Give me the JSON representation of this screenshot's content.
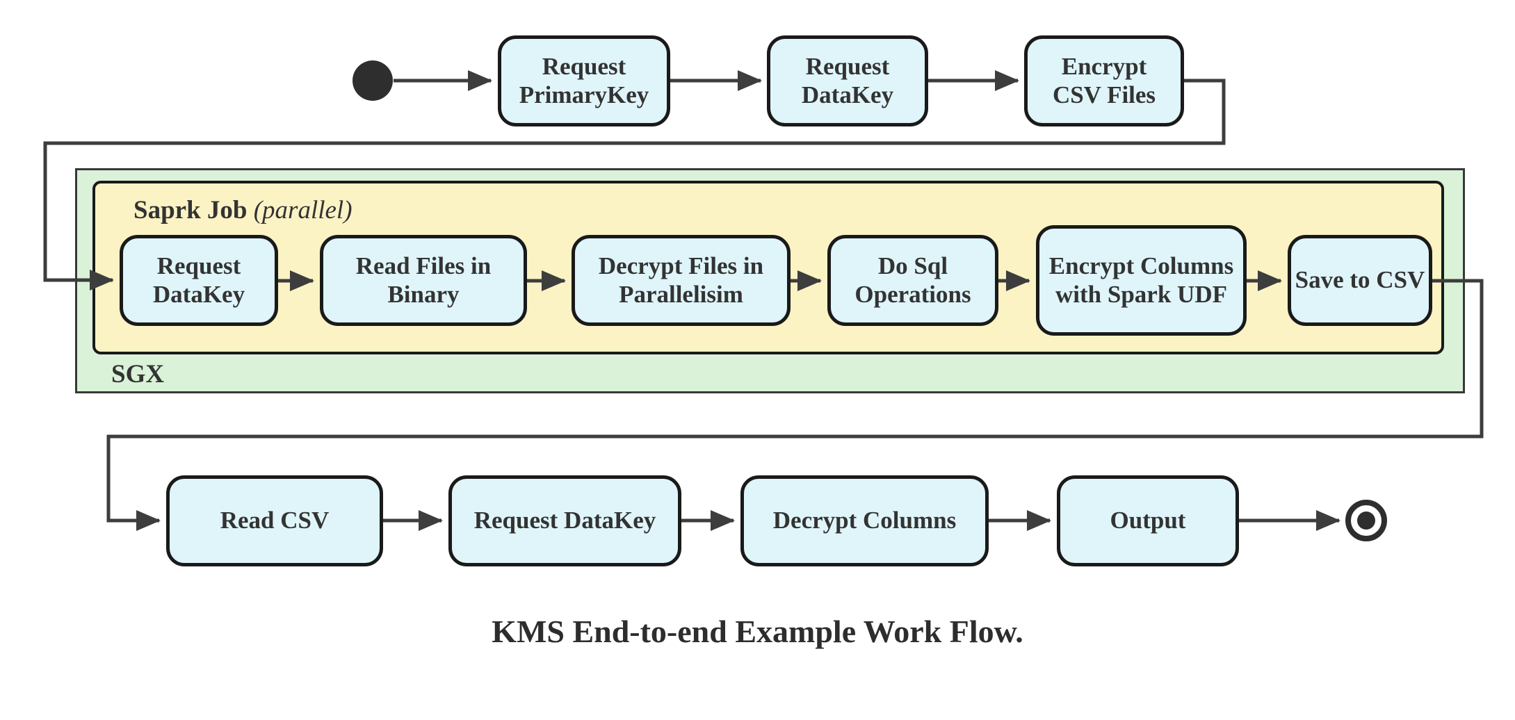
{
  "diagram": {
    "caption": "KMS End-to-end Example Work Flow.",
    "sgx_container": {
      "label": "SGX"
    },
    "spark_container": {
      "label_bold": "Saprk Job",
      "label_italic": "(parallel)"
    },
    "top_row": [
      {
        "label": "Request PrimaryKey"
      },
      {
        "label": "Request DataKey"
      },
      {
        "label": "Encrypt CSV Files"
      }
    ],
    "spark_row": [
      {
        "label": "Request DataKey"
      },
      {
        "label": "Read Files in Binary"
      },
      {
        "label": "Decrypt Files in Parallelisim"
      },
      {
        "label": "Do Sql Operations"
      },
      {
        "label": "Encrypt Columns with Spark UDF"
      },
      {
        "label": "Save to CSV"
      }
    ],
    "bottom_row": [
      {
        "label": "Read CSV"
      },
      {
        "label": "Request DataKey"
      },
      {
        "label": "Decrypt Columns"
      },
      {
        "label": "Output"
      }
    ],
    "colors": {
      "node_fill": "#dff5fa",
      "node_border": "#1a1a1a",
      "sgx_fill": "#daf2d8",
      "spark_fill": "#fbf3c4",
      "line": "#3d3d3d"
    }
  }
}
